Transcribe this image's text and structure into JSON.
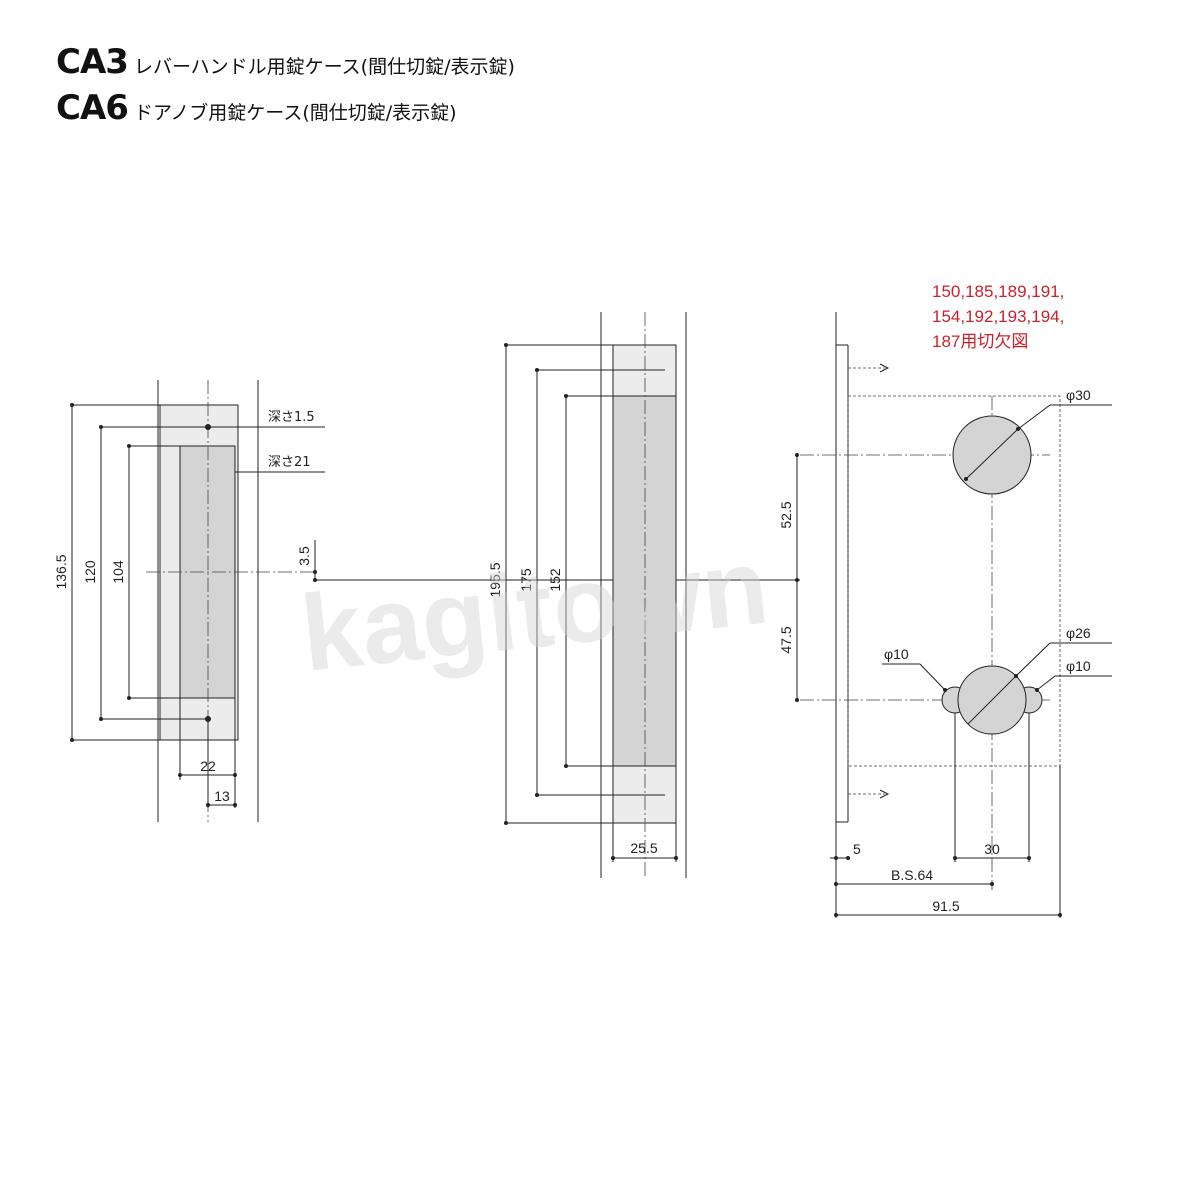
{
  "header": {
    "rows": [
      {
        "model": "CA3",
        "description": "レバーハンドル用錠ケース(間仕切錠/表示錠)"
      },
      {
        "model": "CA6",
        "description": "ドアノブ用錠ケース(間仕切錠/表示錠)"
      }
    ]
  },
  "front_view": {
    "dims": {
      "overall_height": "136.5",
      "strike_height": "120",
      "cutout_height": "104",
      "width_22": "22",
      "width_13": "13",
      "offset": "3.5"
    },
    "notes": {
      "depth_shallow": "深さ1.5",
      "depth_deep": "深さ21"
    }
  },
  "side_view": {
    "dims": {
      "overall_height": "195.5",
      "mid_height": "175",
      "inner_height": "152",
      "width": "25.5"
    }
  },
  "cutout_view": {
    "note_lines": [
      "150,185,189,191,",
      "154,192,193,194,",
      "187用切欠図"
    ],
    "dims": {
      "upper_spacing": "52.5",
      "lower_spacing": "47.5",
      "phi30": "φ30",
      "phi26": "φ26",
      "phi10_left": "φ10",
      "phi10_right": "φ10",
      "edge_5": "5",
      "spindle_30": "30",
      "backset": "B.S.64",
      "total_width": "91.5"
    }
  },
  "watermark": "kagitown",
  "colors": {
    "note_red": "#c8232c",
    "fill_gray": "#d4d4d4",
    "line": "#222222"
  }
}
